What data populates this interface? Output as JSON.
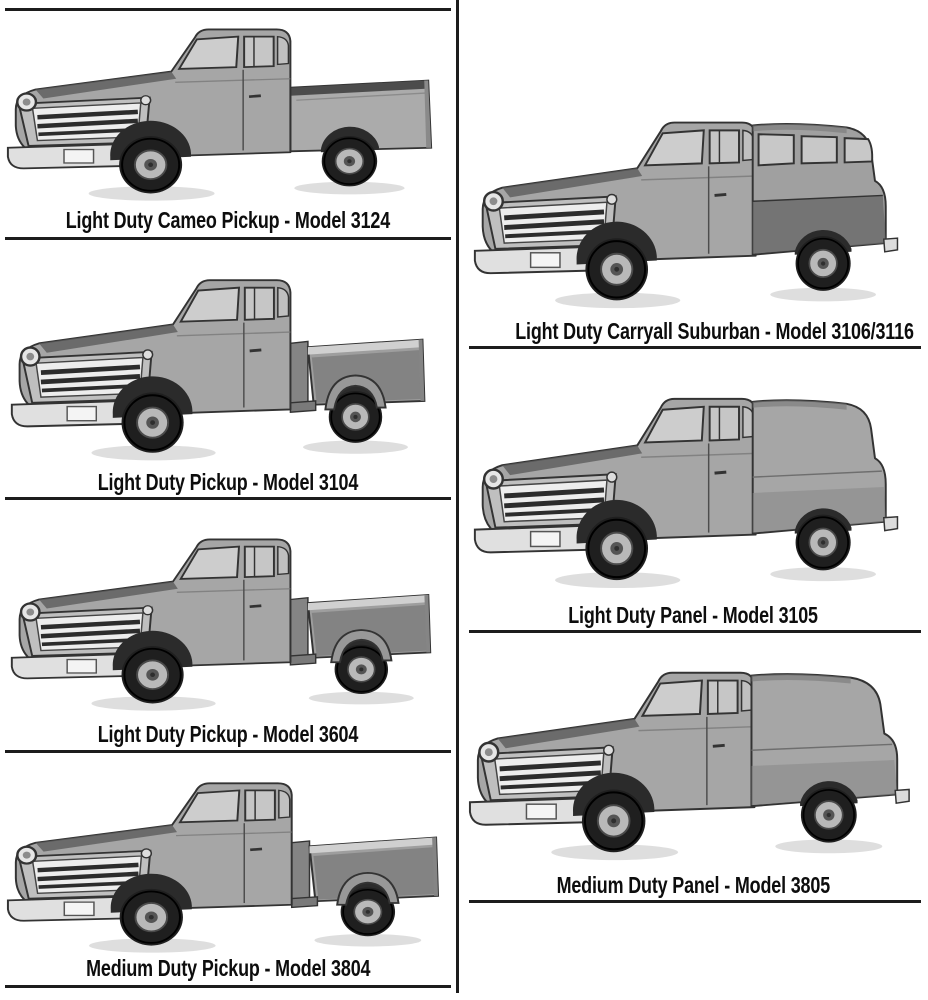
{
  "page": {
    "background": "#ffffff",
    "line_color": "#1c1c1c",
    "description": "Two-column catalog sheet of 1957 Chevrolet truck models, black-and-white halftone illustrations with captions"
  },
  "left_column": {
    "items": [
      {
        "caption": "Light Duty Cameo Pickup - Model 3124",
        "vehicle": "Cameo fleetside pickup, front three-quarter view facing left"
      },
      {
        "caption": "Light Duty Pickup - Model 3104",
        "vehicle": "Stepside pickup with short bed, front three-quarter view facing left"
      },
      {
        "caption": "Light Duty Pickup - Model 3604",
        "vehicle": "Stepside pickup with long bed, front three-quarter view facing left"
      },
      {
        "caption": "Medium Duty Pickup - Model 3804",
        "vehicle": "Stepside pickup with extra long bed, front three-quarter view facing left"
      }
    ]
  },
  "right_column": {
    "items": [
      {
        "caption": "Light Duty Carryall Suburban - Model 3106/3116",
        "vehicle": "Carryall Suburban wagon with side windows, front three-quarter view facing left"
      },
      {
        "caption": "Light Duty Panel - Model 3105",
        "vehicle": "Panel delivery truck with solid sides, front three-quarter view facing left"
      },
      {
        "caption": "Medium Duty Panel - Model 3805",
        "vehicle": "Medium duty panel delivery truck, longer body, front three-quarter view facing left"
      }
    ]
  }
}
